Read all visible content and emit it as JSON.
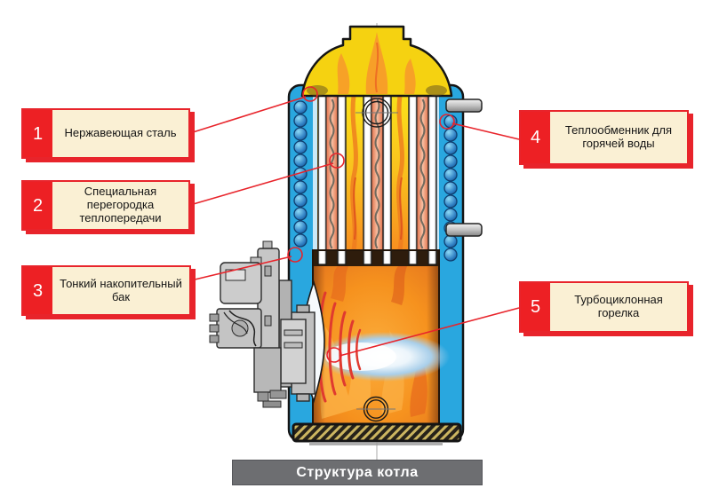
{
  "caption": "Структура котла",
  "labels": [
    {
      "number": "1",
      "text": "Нержавеющая сталь"
    },
    {
      "number": "2",
      "text": "Специальная перегородка теплопередачи"
    },
    {
      "number": "3",
      "text": "Тонкий накопительный бак"
    },
    {
      "number": "4",
      "text": "Теплообменник для горячей воды"
    },
    {
      "number": "5",
      "text": "Турбоциклонная горелка"
    }
  ],
  "colors": {
    "accent_red": "#E8242B",
    "label_bg": "#FAF0D4",
    "caption_bg": "#6D6E71",
    "boiler_blue": "#29A7DF",
    "dome_yellow": "#F5D211",
    "flame_orange": "#F6921E"
  }
}
